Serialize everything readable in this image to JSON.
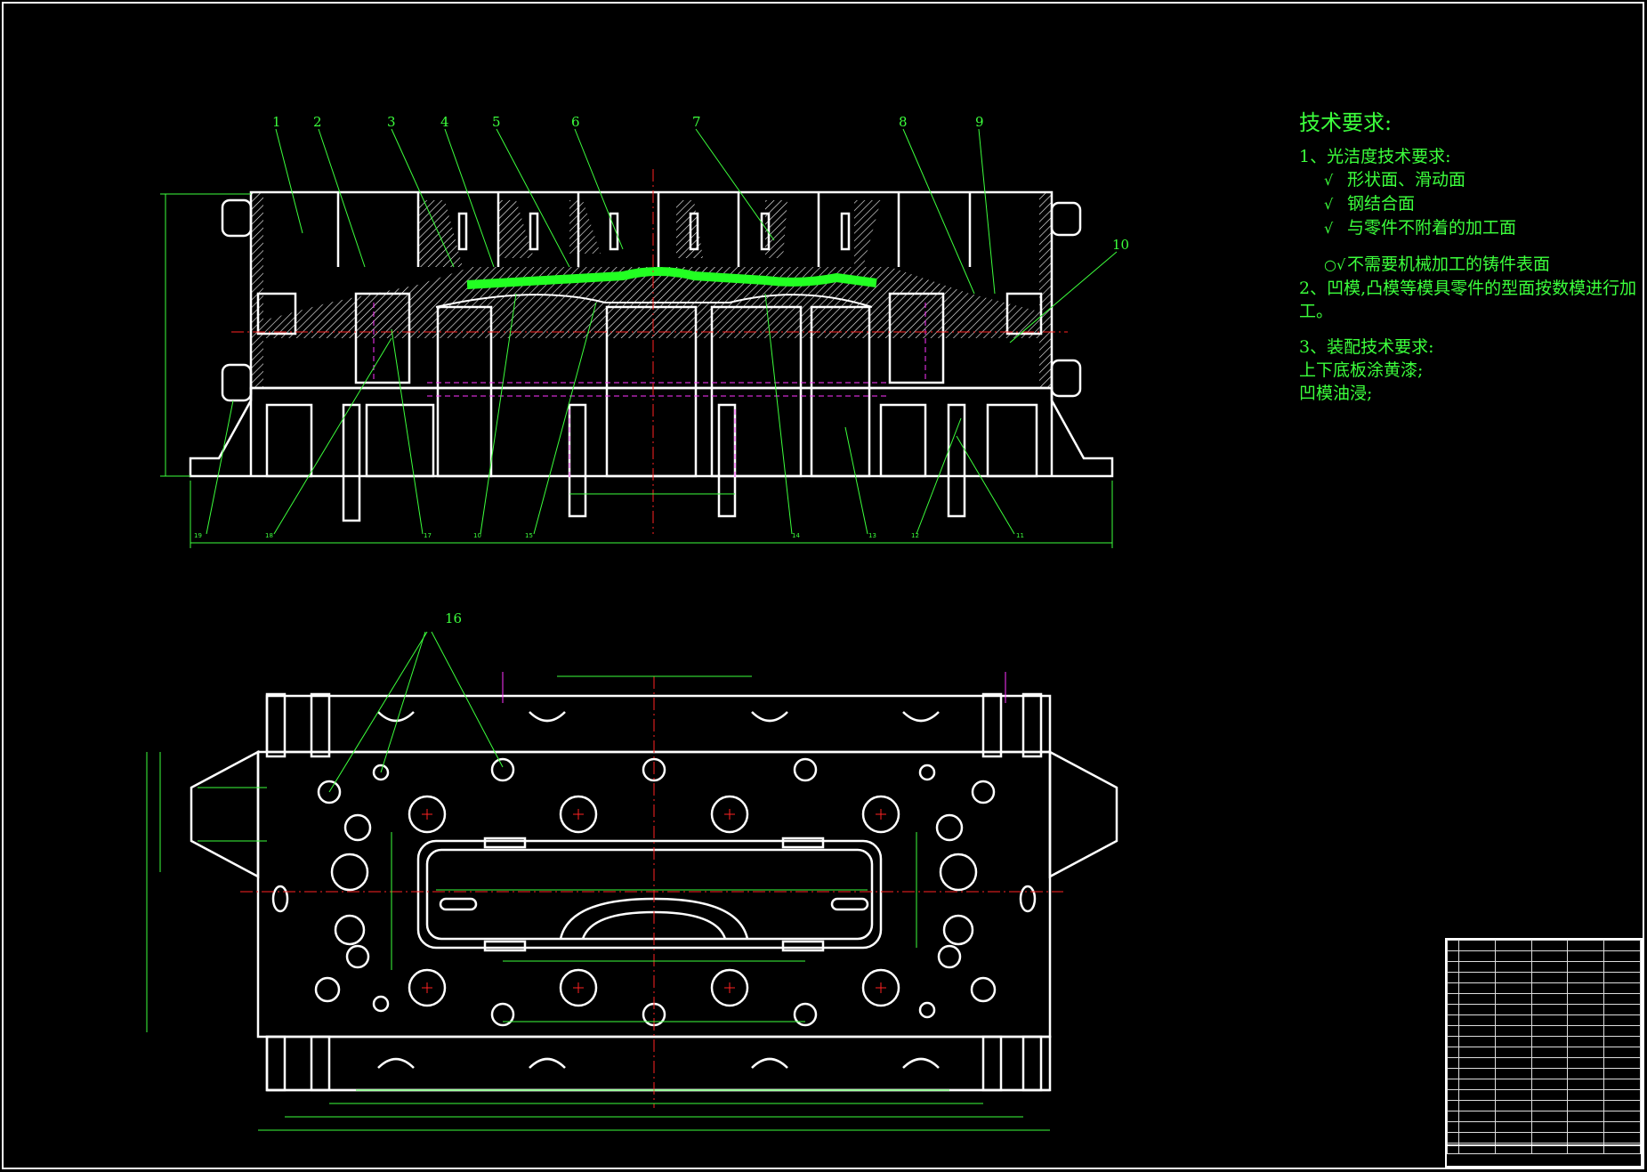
{
  "callouts_top": [
    "1",
    "2",
    "3",
    "4",
    "5",
    "6",
    "7",
    "8",
    "9",
    "10"
  ],
  "callout_plan": "16",
  "callouts_bottom": [
    "19",
    "18",
    "17",
    "10",
    "15",
    "14",
    "13",
    "12",
    "11"
  ],
  "tech": {
    "title": "技术要求:",
    "l1": "1、光洁度技术要求:",
    "r1": "形状面、滑动面",
    "r2": "钢结合面",
    "r3": "与零件不附着的加工面",
    "r4": "不需要机械加工的铸件表面",
    "l2a": "2、凹模,凸模等模具零件的型面按数模进行加",
    "l2b": "工。",
    "l3": "3、装配技术要求:",
    "l3a": "上下底板涂黄漆;",
    "l3b": "凹模油浸;"
  },
  "colors": {
    "outline": "#ffffff",
    "green": "#3cff3c",
    "magenta": "#ff33ff",
    "red": "#ff2222",
    "part": "#22ff22"
  }
}
